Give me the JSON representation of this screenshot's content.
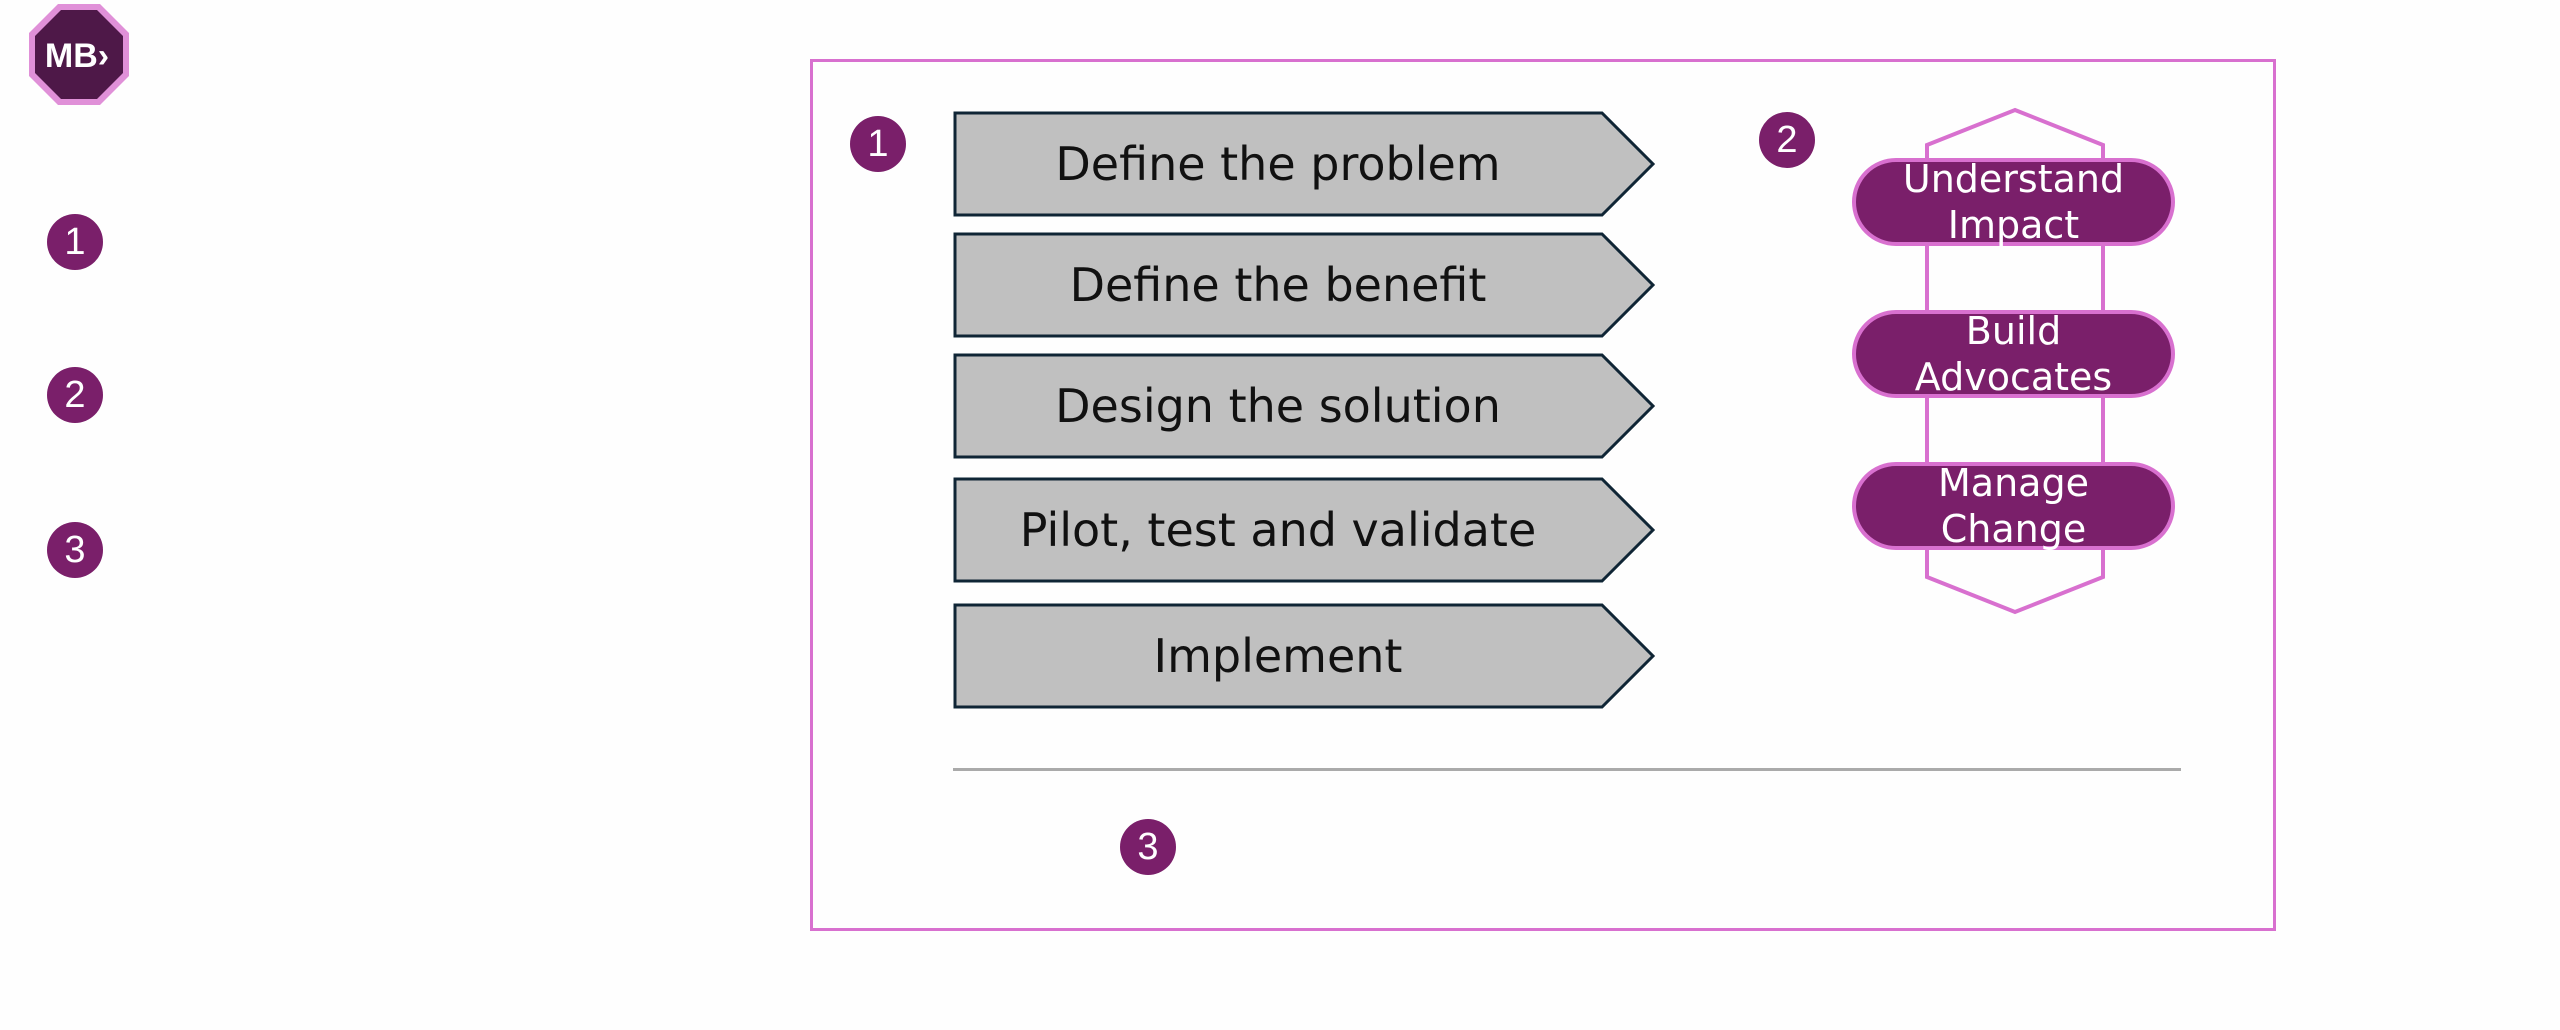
{
  "logo": {
    "text": "MB>"
  },
  "sidebar": {
    "markers": [
      "1",
      "2",
      "3"
    ]
  },
  "diagram": {
    "markers": [
      "1",
      "2",
      "3"
    ],
    "steps": [
      "Define the problem",
      "Define the benefit",
      "Design the solution",
      "Pilot, test and validate",
      "Implement"
    ],
    "change_pillars": [
      {
        "line1": "Understand",
        "line2": "Impact"
      },
      {
        "line1": "Build",
        "line2": "Advocates"
      },
      {
        "line1": "Manage",
        "line2": "Change"
      }
    ]
  },
  "colors": {
    "accent": "#7a1f6a",
    "border": "#d870cf",
    "step_fill": "#c0c0c0",
    "step_stroke": "#0f2535"
  }
}
